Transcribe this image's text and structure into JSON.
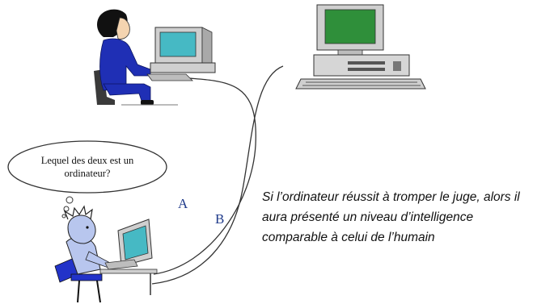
{
  "speech_bubble": {
    "text": "Lequel des deux est un ordinateur?"
  },
  "wire_labels": {
    "a": "A",
    "b": "B"
  },
  "caption": {
    "text": "Si l’ordinateur réussit à tromper le juge, alors il aura présenté un niveau d’intelligence comparable à celui de l’humain"
  },
  "colors": {
    "woman_outfit": "#1f2fb5",
    "screen_green": "#2f8f3a",
    "screen_cyan": "#46b9c4",
    "judge_skin": "#b8c6ee",
    "chair_blue": "#2233c9",
    "label_blue": "#1f3a8a",
    "device_grey": "#cfcfcf"
  }
}
